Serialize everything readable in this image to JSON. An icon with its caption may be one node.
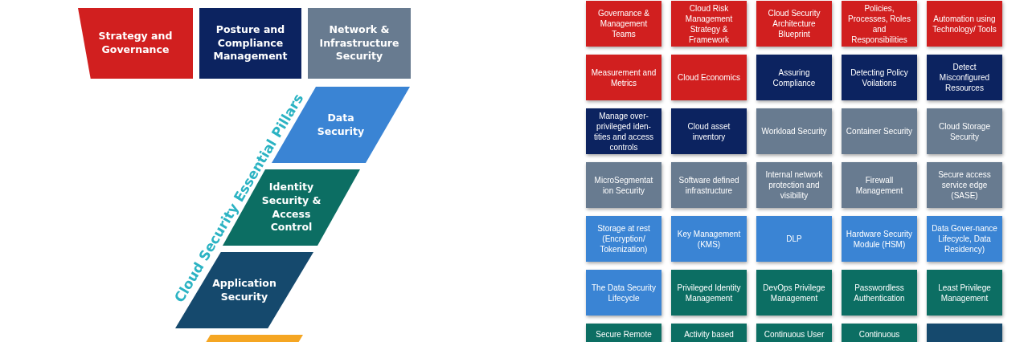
{
  "diagram": {
    "nodes": [
      {
        "text": [
          "Strategy and Governance"
        ]
      },
      {
        "text": [
          "Posture and Compliance Management"
        ]
      },
      {
        "text": [
          "Network & Infrastructure Security"
        ]
      },
      {
        "text": [
          "Data Security"
        ]
      },
      {
        "text": [
          "Identity Security & Access Control"
        ]
      },
      {
        "text": [
          "Application Security"
        ]
      },
      {
        "text": [],
        "shape": "box"
      },
      {
        "text": [
          "Governance & Management Teams"
        ]
      },
      {
        "text": [
          "Cloud Risk Management Strategy & Framework"
        ]
      },
      {
        "text": [
          "Cloud Security Architecture Blueprint"
        ]
      },
      {
        "text": [
          "Policies, Processes, Roles and Responsibilities"
        ]
      },
      {
        "text": [
          "Automation using Technology/ Tools"
        ]
      },
      {
        "text": [
          "Measurement and Metrics"
        ]
      },
      {
        "text": [
          "Cloud Economics"
        ]
      },
      {
        "text": [
          "Assuring Compliance"
        ]
      },
      {
        "text": [
          "Detecting Policy Voilations"
        ]
      },
      {
        "text": [
          "Detect Misconfigured Resources"
        ]
      },
      {
        "text": [
          "Manage over-privileged iden-tities and access controls"
        ]
      },
      {
        "text": [
          "Cloud asset inventory"
        ]
      },
      {
        "text": [
          "Workload Security"
        ]
      },
      {
        "text": [
          "Container Security"
        ]
      },
      {
        "text": [
          "Cloud Storage Security"
        ]
      },
      {
        "text": [
          "MicroSegmentat ion Security"
        ]
      },
      {
        "text": [
          "Software defined infrastructure"
        ]
      },
      {
        "text": [
          "Internal network protection and visibility"
        ]
      },
      {
        "text": [
          "Firewall Management"
        ]
      },
      {
        "text": [
          "Secure access service edge (SASE)"
        ]
      },
      {
        "text": [
          "Storage at rest (Encryption/ Tokenization)"
        ]
      },
      {
        "text": [
          "Key Management (KMS)"
        ]
      },
      {
        "text": [
          "DLP"
        ]
      },
      {
        "text": [
          "Hardware Security Module (HSM)"
        ]
      },
      {
        "text": [
          "Data Gover-nance Lifecycle, Data Residency)"
        ]
      },
      {
        "text": [
          "The Data Security Lifecycle"
        ]
      },
      {
        "text": [
          "Privileged Identity Management"
        ]
      },
      {
        "text": [
          "DevOps Privilege Management"
        ]
      },
      {
        "text": [
          "Passwordless Authentication"
        ]
      },
      {
        "text": [
          "Least Privilege Management"
        ]
      },
      {
        "text": [
          "Secure Remote"
        ]
      },
      {
        "text": [
          "Activity based"
        ]
      },
      {
        "text": [
          "Continuous User"
        ]
      },
      {
        "text": [
          "Continuous"
        ]
      },
      {
        "text": [],
        "shape": "box"
      }
    ],
    "labels": [
      "Cloud Security Essential Pillars"
    ]
  }
}
